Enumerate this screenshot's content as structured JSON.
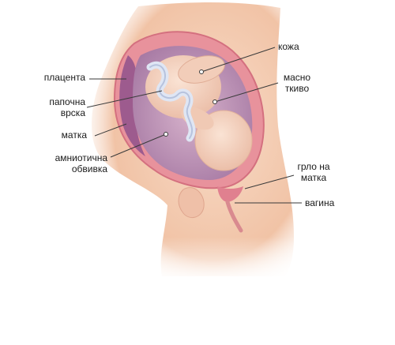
{
  "labels": {
    "placenta": "плацента",
    "umbilical_cord": "папочна\nврска",
    "uterus": "матка",
    "amniotic_sac": "амниотична\nобвивка",
    "skin": "кожа",
    "fat_tissue": "масно\nткиво",
    "cervix": "грло на\nматка",
    "vagina": "вагина"
  },
  "colors": {
    "skin": "#f4c9ad",
    "uterus_wall": "#e88f99",
    "amniotic": "#c99ab8",
    "placenta": "#9d5b8e",
    "baby": "#f2d3c2",
    "cord": "#dfe6f4",
    "leader": "#3a3a3a"
  }
}
